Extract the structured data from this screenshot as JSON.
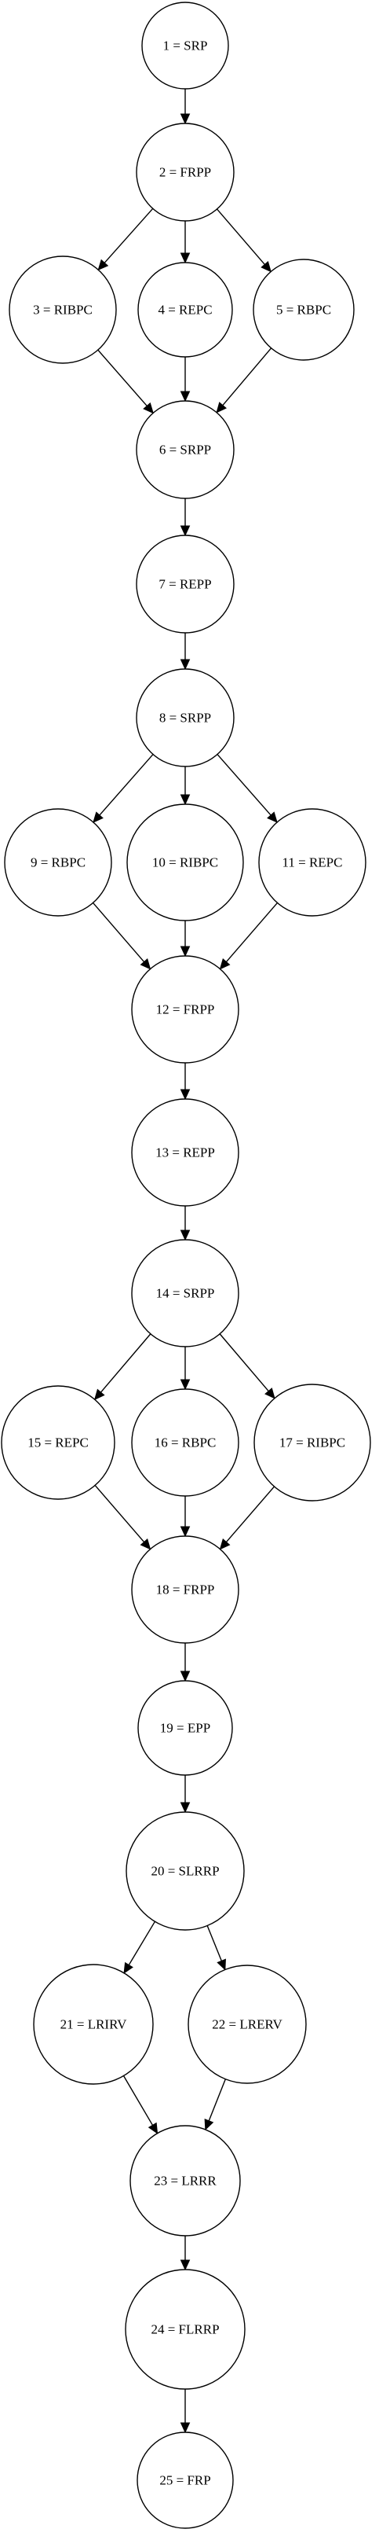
{
  "diagram": {
    "nodes": [
      {
        "id": "1",
        "label": "1 = SRP"
      },
      {
        "id": "2",
        "label": "2 = FRPP"
      },
      {
        "id": "3",
        "label": "3 = RIBPC"
      },
      {
        "id": "4",
        "label": "4 = REPC"
      },
      {
        "id": "5",
        "label": "5 = RBPC"
      },
      {
        "id": "6",
        "label": "6 = SRPP"
      },
      {
        "id": "7",
        "label": "7 = REPP"
      },
      {
        "id": "8",
        "label": "8 = SRPP"
      },
      {
        "id": "9",
        "label": "9 = RBPC"
      },
      {
        "id": "10",
        "label": "10 = RIBPC"
      },
      {
        "id": "11",
        "label": "11 = REPC"
      },
      {
        "id": "12",
        "label": "12 = FRPP"
      },
      {
        "id": "13",
        "label": "13 = REPP"
      },
      {
        "id": "14",
        "label": "14 = SRPP"
      },
      {
        "id": "15",
        "label": "15 = REPC"
      },
      {
        "id": "16",
        "label": "16 = RBPC"
      },
      {
        "id": "17",
        "label": "17 = RIBPC"
      },
      {
        "id": "18",
        "label": "18 = FRPP"
      },
      {
        "id": "19",
        "label": "19 = EPP"
      },
      {
        "id": "20",
        "label": "20 = SLRRP"
      },
      {
        "id": "21",
        "label": "21 = LRIRV"
      },
      {
        "id": "22",
        "label": "22 = LRERV"
      },
      {
        "id": "23",
        "label": "23 = LRRR"
      },
      {
        "id": "24",
        "label": "24 = FLRRP"
      },
      {
        "id": "25",
        "label": "25 = FRP"
      }
    ],
    "edges": [
      {
        "from": "1",
        "to": "2"
      },
      {
        "from": "2",
        "to": "3"
      },
      {
        "from": "2",
        "to": "4"
      },
      {
        "from": "2",
        "to": "5"
      },
      {
        "from": "3",
        "to": "6"
      },
      {
        "from": "4",
        "to": "6"
      },
      {
        "from": "5",
        "to": "6"
      },
      {
        "from": "6",
        "to": "7"
      },
      {
        "from": "7",
        "to": "8"
      },
      {
        "from": "8",
        "to": "9"
      },
      {
        "from": "8",
        "to": "10"
      },
      {
        "from": "8",
        "to": "11"
      },
      {
        "from": "9",
        "to": "12"
      },
      {
        "from": "10",
        "to": "12"
      },
      {
        "from": "11",
        "to": "12"
      },
      {
        "from": "12",
        "to": "13"
      },
      {
        "from": "13",
        "to": "14"
      },
      {
        "from": "14",
        "to": "15"
      },
      {
        "from": "14",
        "to": "16"
      },
      {
        "from": "14",
        "to": "17"
      },
      {
        "from": "15",
        "to": "18"
      },
      {
        "from": "16",
        "to": "18"
      },
      {
        "from": "17",
        "to": "18"
      },
      {
        "from": "18",
        "to": "19"
      },
      {
        "from": "19",
        "to": "20"
      },
      {
        "from": "20",
        "to": "21"
      },
      {
        "from": "20",
        "to": "22"
      },
      {
        "from": "21",
        "to": "23"
      },
      {
        "from": "22",
        "to": "23"
      },
      {
        "from": "23",
        "to": "24"
      },
      {
        "from": "24",
        "to": "25"
      }
    ]
  }
}
